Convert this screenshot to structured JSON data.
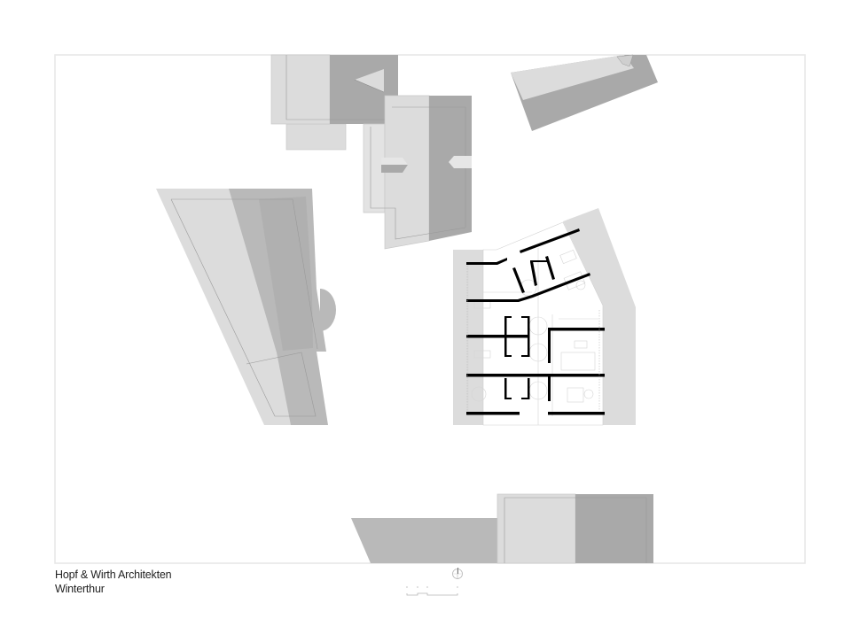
{
  "drawing": {
    "type": "architectural site plan / floor plan",
    "office": "Hopf & Wirth Architekten",
    "location": "Winterthur",
    "north_arrow": "north-arrow",
    "scale_bar_ticks": 4
  },
  "colors": {
    "background": "#ffffff",
    "frame": "#e6e6e6",
    "roof_light": "#dcdcdc",
    "roof_dark": "#a9a9a9",
    "roof_mid": "#b9b9b9",
    "outline": "#9a9a9a",
    "wall": "#000000",
    "plan_lines": "#cfcfcf"
  }
}
